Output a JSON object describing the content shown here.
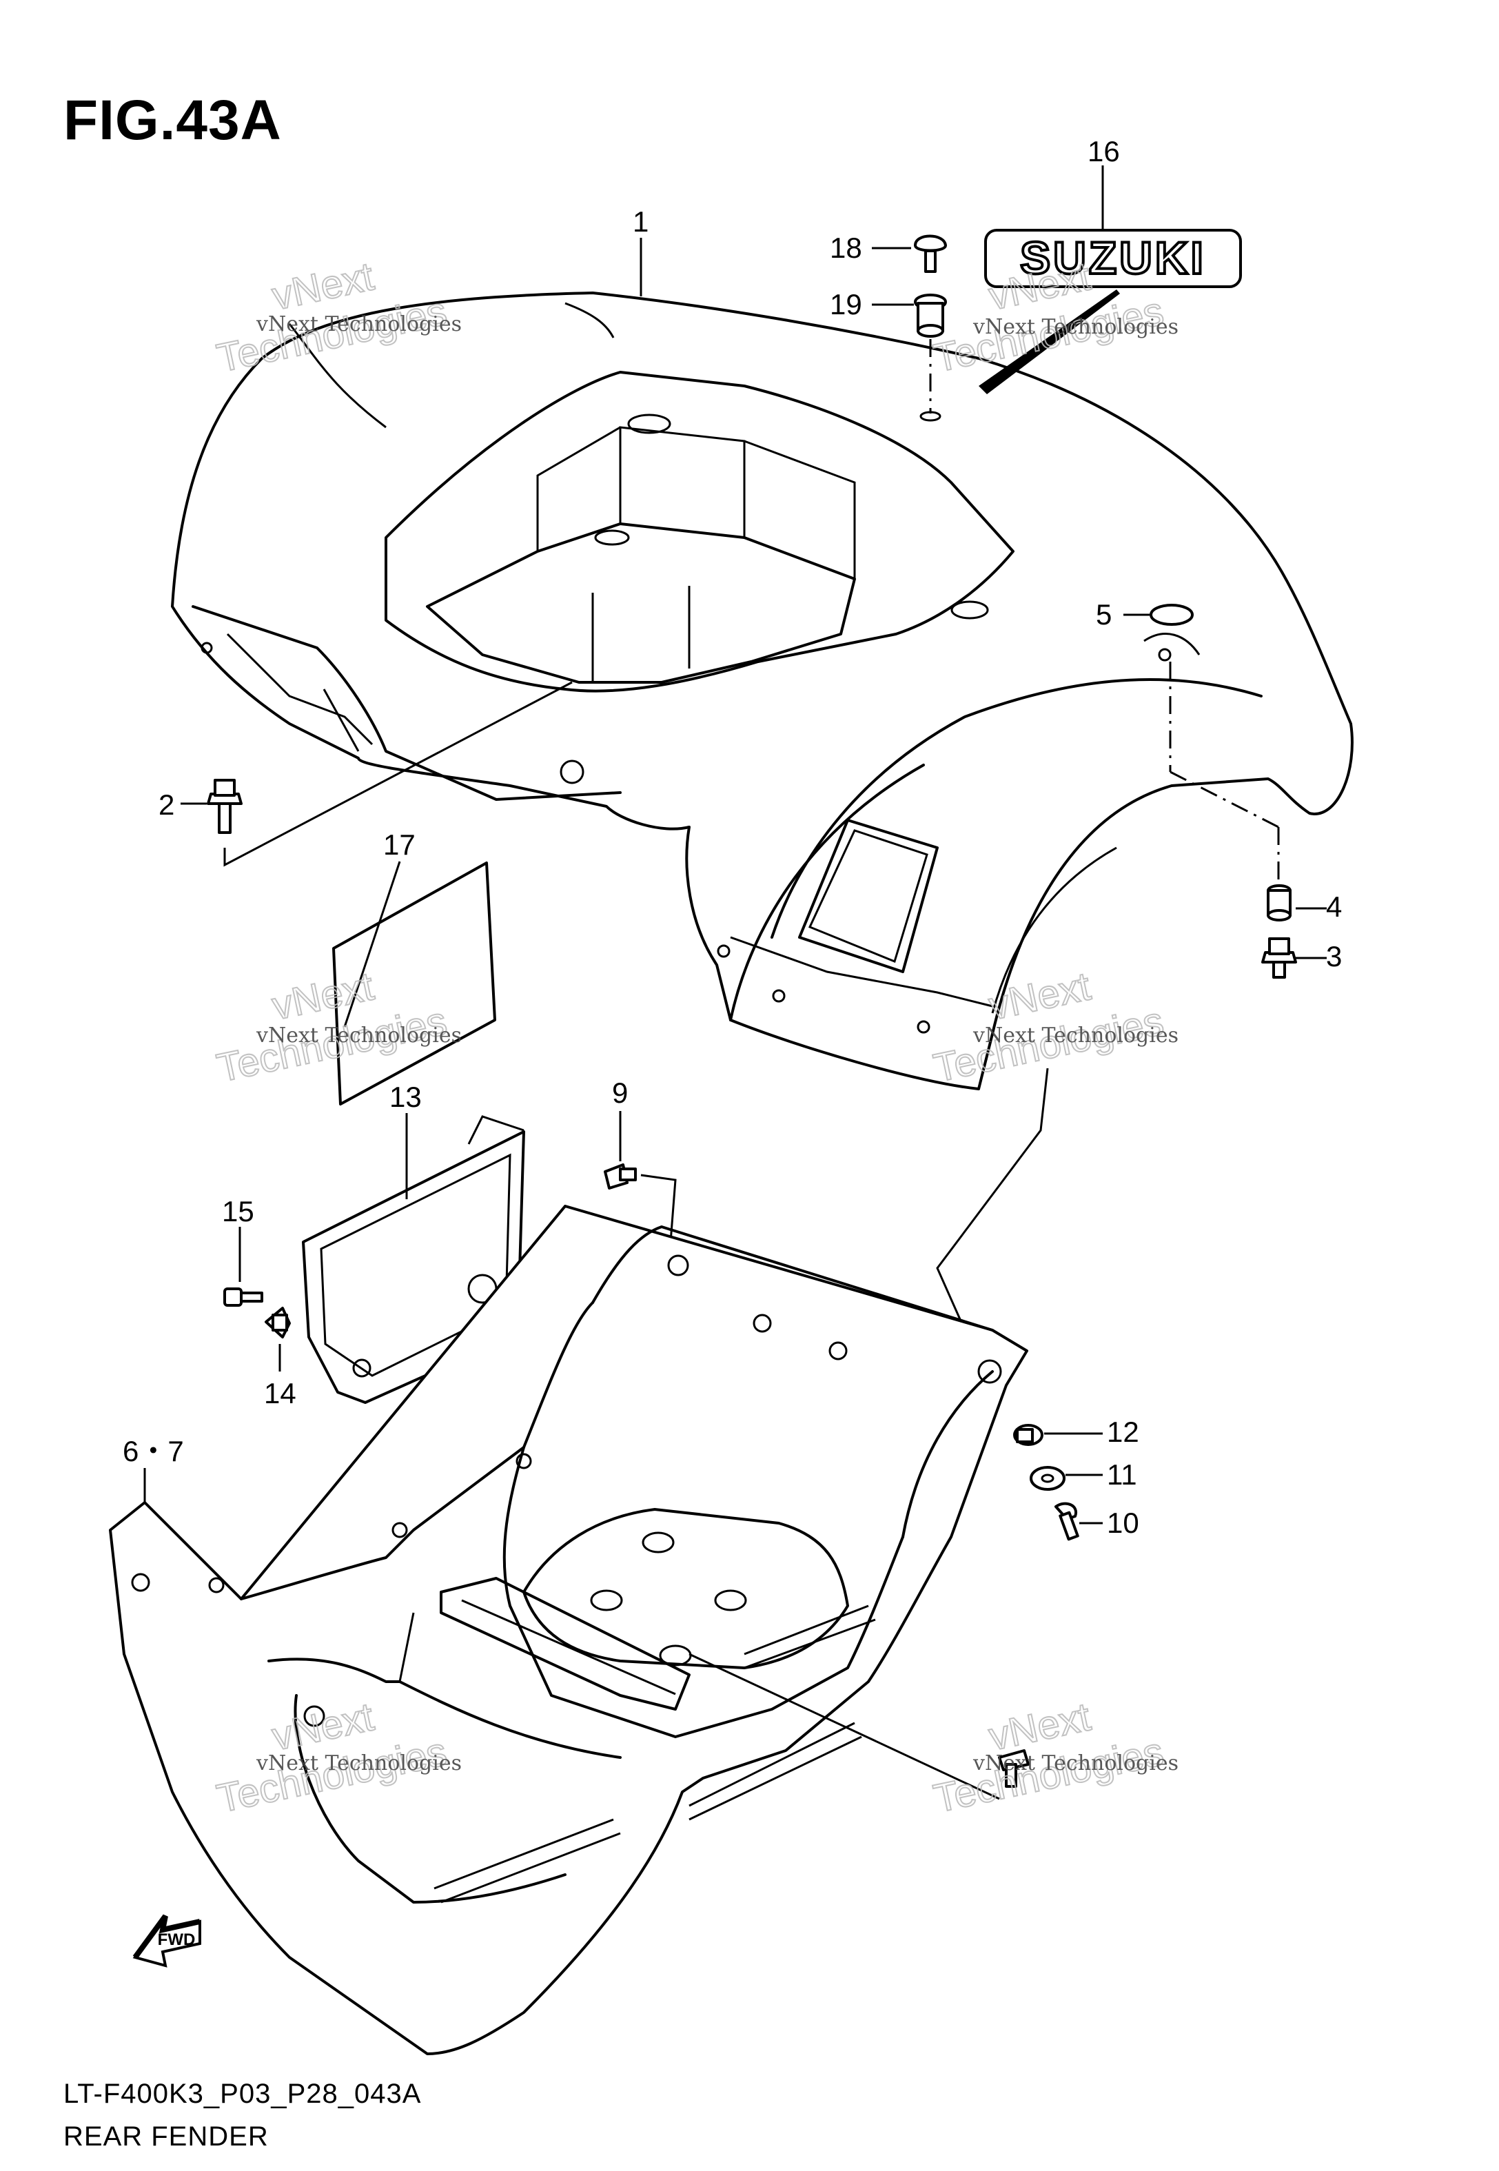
{
  "figure": {
    "title": "FIG.43A",
    "model_code": "LT-F400K3_P03_P28_043A",
    "name": "REAR FENDER",
    "fwd_label": "FWD",
    "brand_decal": "SUZUKI"
  },
  "callouts": [
    "1",
    "2",
    "3",
    "4",
    "5",
    "6・7",
    "9",
    "10",
    "11",
    "12",
    "13",
    "14",
    "15",
    "16",
    "17",
    "18",
    "19"
  ],
  "watermark": {
    "line1": "vNext Technologies",
    "line2": "vNext",
    "line3": "Technologies"
  }
}
